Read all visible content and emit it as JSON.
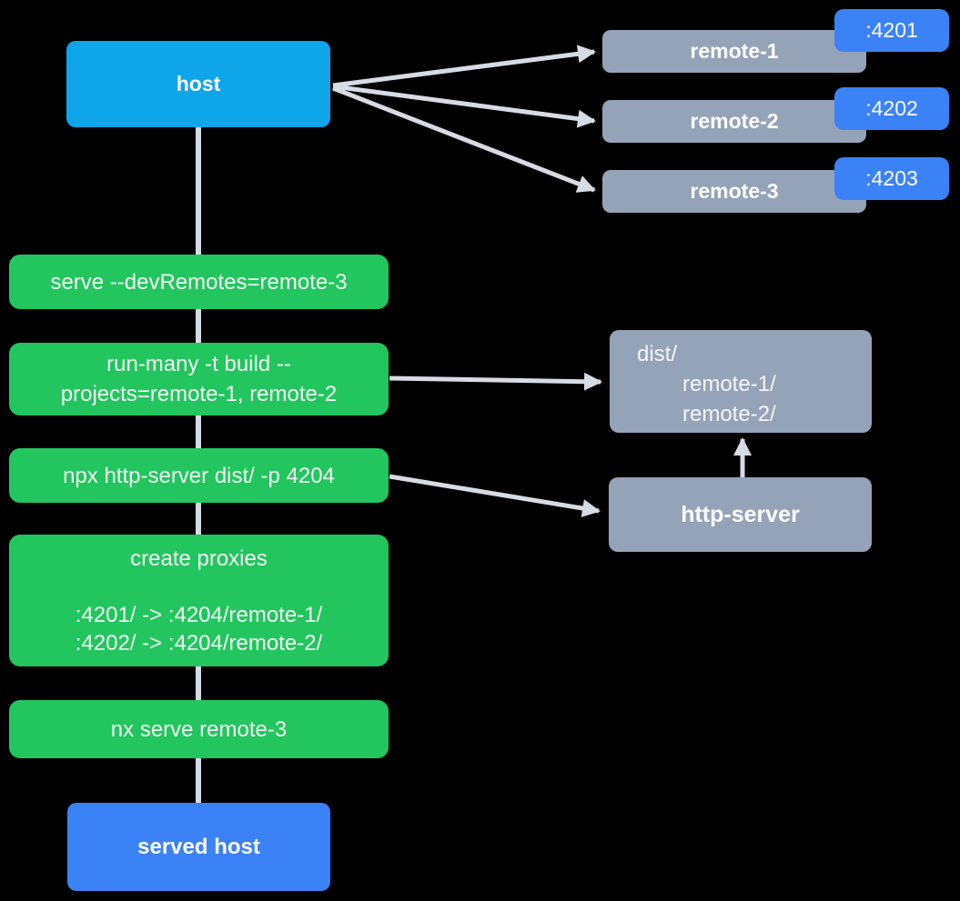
{
  "host": {
    "label": "host"
  },
  "remotes": [
    {
      "label": "remote-1",
      "port": ":4201"
    },
    {
      "label": "remote-2",
      "port": ":4202"
    },
    {
      "label": "remote-3",
      "port": ":4203"
    }
  ],
  "steps": [
    {
      "lines": [
        "serve --devRemotes=remote-3"
      ]
    },
    {
      "lines": [
        "run-many -t build --",
        "projects=remote-1, remote-2"
      ]
    },
    {
      "lines": [
        "npx http-server dist/ -p 4204"
      ]
    },
    {
      "lines": [
        "create proxies",
        "",
        ":4201/ -> :4204/remote-1/",
        ":4202/ -> :4204/remote-2/"
      ]
    },
    {
      "lines": [
        "nx serve remote-3"
      ]
    }
  ],
  "dist_box": {
    "lines": [
      "dist/",
      "remote-1/",
      "remote-2/"
    ]
  },
  "http_server": {
    "label": "http-server"
  },
  "served_host": {
    "label": "served host"
  },
  "colors": {
    "host-blue": "#0EA5E9",
    "accent-blue": "#3B82F6",
    "node-gray": "#94A3B8",
    "step-green": "#22C55E",
    "line-gray": "#D6DBE4",
    "background": "#000000"
  }
}
